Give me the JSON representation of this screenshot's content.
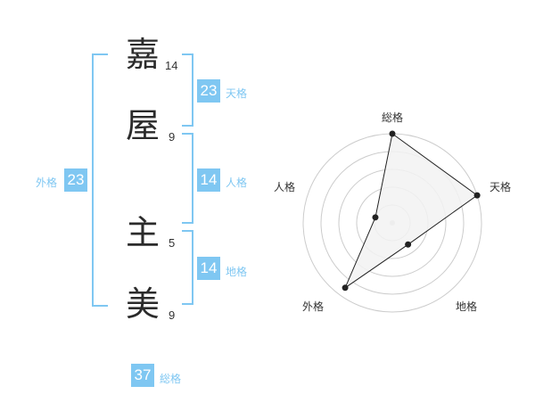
{
  "name_chars": [
    {
      "char": "嘉",
      "strokes": "14"
    },
    {
      "char": "屋",
      "strokes": "9"
    },
    {
      "char": "主",
      "strokes": "5"
    },
    {
      "char": "美",
      "strokes": "9"
    }
  ],
  "fortunes": {
    "tenkaku": {
      "label": "天格",
      "value": "23"
    },
    "jinkaku": {
      "label": "人格",
      "value": "14"
    },
    "chikaku": {
      "label": "地格",
      "value": "14"
    },
    "gaikaku": {
      "label": "外格",
      "value": "23"
    },
    "soukaku": {
      "label": "総格",
      "value": "37"
    }
  },
  "colors": {
    "accent": "#7fc7f2",
    "text": "#333333",
    "radar_fill": "#f2f2f2",
    "radar_grid": "#cccccc"
  },
  "chart_data": {
    "type": "radar",
    "axes": [
      "総格",
      "天格",
      "地格",
      "外格",
      "人格"
    ],
    "rings": 5,
    "values": [
      5,
      5,
      1.5,
      4.5,
      1
    ],
    "max": 5
  }
}
